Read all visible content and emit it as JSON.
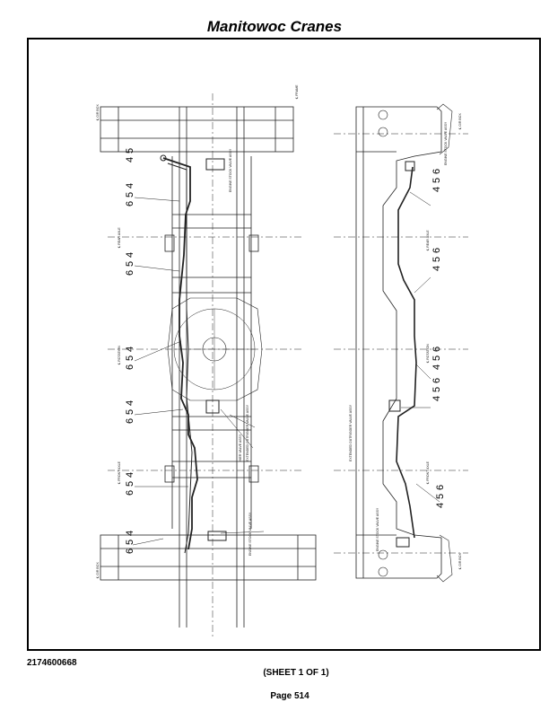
{
  "header": {
    "title": "Manitowoc Cranes"
  },
  "footer": {
    "doc_number": "2174600668",
    "sheet": "(SHEET 1 OF 1)",
    "page": "Page 514"
  },
  "drawing": {
    "left_callouts": [
      {
        "digits": [
          "4",
          "5"
        ]
      },
      {
        "digits": [
          "6",
          "5",
          "4"
        ]
      },
      {
        "digits": [
          "6",
          "5",
          "4"
        ]
      },
      {
        "digits": [
          "6",
          "5",
          "4"
        ]
      },
      {
        "digits": [
          "6",
          "5",
          "4"
        ]
      },
      {
        "digits": [
          "6",
          "5",
          "4"
        ]
      },
      {
        "digits": [
          "6",
          "5",
          "4"
        ]
      }
    ],
    "right_callouts": [
      {
        "digits": [
          "4",
          "5",
          "6"
        ]
      },
      {
        "digits": [
          "4",
          "5",
          "6"
        ]
      },
      {
        "digits": [
          "4",
          "5",
          "6"
        ]
      },
      {
        "digits": [
          "4",
          "5",
          "6"
        ]
      },
      {
        "digits": [
          "4",
          "5",
          "6"
        ]
      }
    ],
    "labels": {
      "frame_cl": "℄ FRAME",
      "rear_axle": "℄ REAR AXLE",
      "rotation": "℄ ROTATION",
      "front_axle": "℄ FRONT AXLE",
      "otr_box": "℄ O/R BOX",
      "engine_stock_valve": "ENGINE STOCK VALVE ASSY",
      "outrigger_valve": "EXTENDED OUTRIGGER VALVE ASSY",
      "hier_valve": "HIER VALVE ASSY"
    }
  }
}
